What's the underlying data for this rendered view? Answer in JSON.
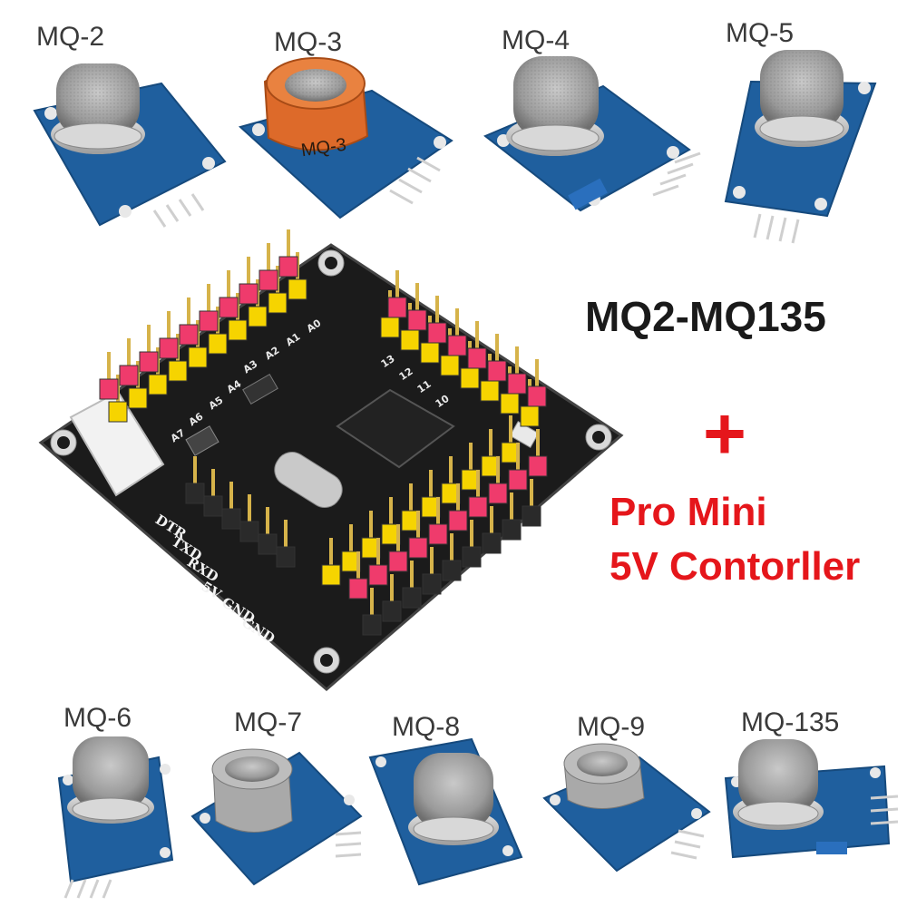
{
  "sensors_top": [
    "MQ-2",
    "MQ-3",
    "MQ-4",
    "MQ-5"
  ],
  "sensors_bottom": [
    "MQ-6",
    "MQ-7",
    "MQ-8",
    "MQ-9",
    "MQ-135"
  ],
  "mq3_cap_print": "MQ-3",
  "headline": "MQ2-MQ135",
  "plus": "+",
  "controller": {
    "line1": "Pro Mini",
    "line2": "5V Contorller"
  },
  "board_silkscreen": [
    "DTR",
    "TXD",
    "RXD",
    "5V",
    "GND",
    "GND"
  ],
  "board_pin_labels": [
    "A3",
    "A2",
    "A1",
    "A0",
    "A4",
    "A5",
    "A6",
    "A7",
    "13",
    "12",
    "11",
    "10"
  ],
  "colors": {
    "red": "#e5161b",
    "pcb_blue": "#1f5f9e",
    "board_black": "#1b1b1b",
    "header_yellow": "#f6d400",
    "header_pink": "#ef3b6c"
  }
}
